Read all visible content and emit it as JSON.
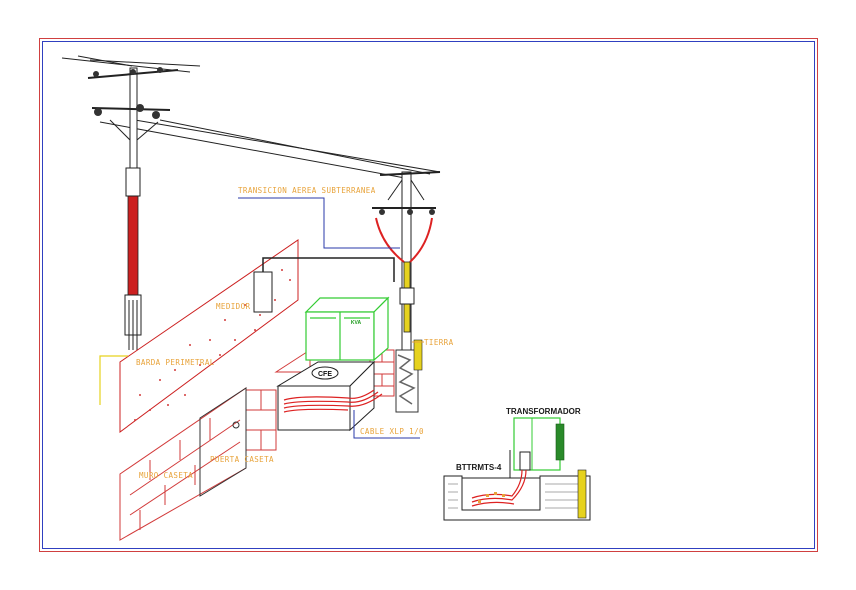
{
  "labels": {
    "transicion": "TRANSICION AEREA SUBTERRANEA",
    "tierra": "TIERRA",
    "cable": "CABLE XLP 1/0",
    "muro": "MURO CASETA",
    "puerta": "PUERTA CASETA",
    "barda": "BARDA PERIMETRAL",
    "medidor": "MEDIDOR",
    "cfe": "CFE",
    "kva": "KVA",
    "transformador": "TRANSFORMADOR",
    "bttrmts": "BTTRMTS-4"
  },
  "colors": {
    "frame_outer": "#d04040",
    "frame_inner": "#3040c0",
    "annotation": "#e8a33a",
    "leader": "#2a3aaa",
    "cable_red": "#dd2222",
    "transformer_green": "#33cc33",
    "brick": "#d23a3a",
    "yellow": "#e6d21e"
  }
}
